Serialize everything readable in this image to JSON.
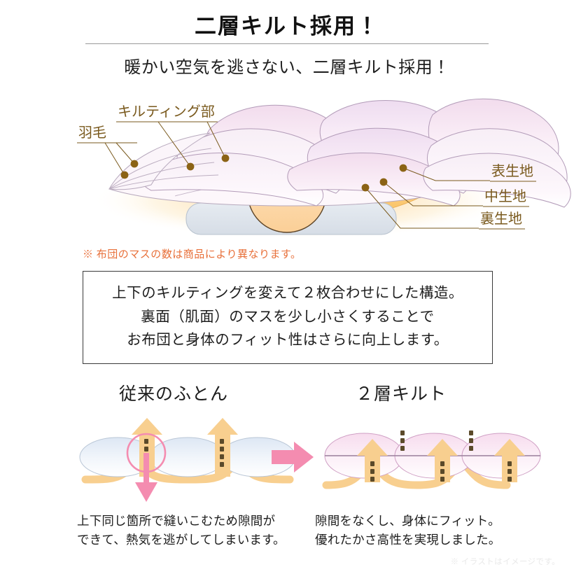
{
  "header": {
    "main_title": "二層キルト採用！",
    "subtitle": "暖かい空気を逃さない、二層キルト採用！"
  },
  "hero": {
    "labels": {
      "quilting": "キルティング部",
      "down": "羽毛",
      "outer_fabric": "表生地",
      "middle_fabric": "中生地",
      "inner_fabric": "裏生地"
    },
    "note": "※ 布団のマスの数は商品により異なります。"
  },
  "description": {
    "lines": [
      "上下のキルティングを変えて２枚合わせにした構造。",
      "裏面（肌面）のマスを少し小さくすることで",
      "お布団と身体のフィット性はさらに向上します。"
    ]
  },
  "comparison": {
    "left": {
      "heading": "従来のふとん",
      "caption_line1": "上下同じ箇所で縫いこむため隙間が",
      "caption_line2": "できて、熱気を逃がしてしまいます。"
    },
    "right": {
      "heading": "２層キルト",
      "caption_line1": "隙間をなくし、身体にフィット。",
      "caption_line2": "優れたかさ高性を実現しました。"
    }
  },
  "footnote": "※ イラストはイメージです。",
  "colors": {
    "title_text": "#111111",
    "label_brown": "#7a5a1e",
    "dot_brown": "#8b6315",
    "note_orange": "#e8703a",
    "quilt_pink": "#f6e2f0",
    "quilt_lavender": "#efe4f2",
    "warm_orange": "#fbc16a",
    "body_peach": "#fbddb4",
    "mattress_grey": "#dde3ea",
    "arrow_orange": "#f8cf8f",
    "arrow_pink": "#f48cb0",
    "box_border": "#3a3a3a"
  }
}
